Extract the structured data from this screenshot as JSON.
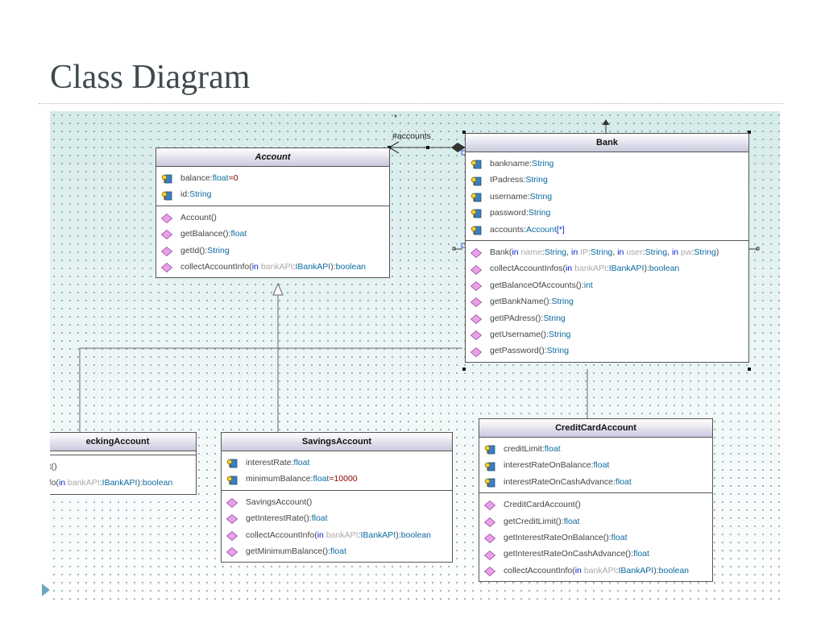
{
  "slide": {
    "title": "Class Diagram"
  },
  "diagram": {
    "association_role": "#accounts",
    "association_multiplicity": "*",
    "classes": {
      "account": {
        "name": "Account",
        "attributes": [
          [
            {
              "text": "balance:"
            },
            {
              "text": "float",
              "cls": "t"
            },
            {
              "text": "=0",
              "cls": "v"
            }
          ],
          [
            {
              "text": "id:"
            },
            {
              "text": "String",
              "cls": "t"
            }
          ]
        ],
        "operations": [
          [
            {
              "text": "Account()"
            }
          ],
          [
            {
              "text": "getBalance():"
            },
            {
              "text": "float",
              "cls": "t"
            }
          ],
          [
            {
              "text": "getId():"
            },
            {
              "text": "String",
              "cls": "t"
            }
          ],
          [
            {
              "text": "collectAccountInfo("
            },
            {
              "text": "in ",
              "cls": "k"
            },
            {
              "text": "bankAPI",
              "cls": "pn"
            },
            {
              "text": ":"
            },
            {
              "text": "IBankAPI",
              "cls": "t"
            },
            {
              "text": "):"
            },
            {
              "text": "boolean",
              "cls": "t"
            }
          ]
        ]
      },
      "bank": {
        "name": "Bank",
        "attributes": [
          [
            {
              "text": "bankname:"
            },
            {
              "text": "String",
              "cls": "t"
            }
          ],
          [
            {
              "text": "IPadress:"
            },
            {
              "text": "String",
              "cls": "t"
            }
          ],
          [
            {
              "text": "username:"
            },
            {
              "text": "String",
              "cls": "t"
            }
          ],
          [
            {
              "text": "password:"
            },
            {
              "text": "String",
              "cls": "t"
            }
          ],
          [
            {
              "text": "accounts:"
            },
            {
              "text": "Account",
              "cls": "t"
            },
            {
              "text": "[*]",
              "cls": "br"
            }
          ]
        ],
        "operations": [
          [
            {
              "text": "Bank("
            },
            {
              "text": "in ",
              "cls": "k"
            },
            {
              "text": "name",
              "cls": "pn"
            },
            {
              "text": ":"
            },
            {
              "text": "String",
              "cls": "t"
            },
            {
              "text": ", "
            },
            {
              "text": "in ",
              "cls": "k"
            },
            {
              "text": "IP",
              "cls": "pn"
            },
            {
              "text": ":"
            },
            {
              "text": "String",
              "cls": "t"
            },
            {
              "text": ", "
            },
            {
              "text": "in ",
              "cls": "k"
            },
            {
              "text": "user",
              "cls": "pn"
            },
            {
              "text": ":"
            },
            {
              "text": "String",
              "cls": "t"
            },
            {
              "text": ", "
            },
            {
              "text": "in ",
              "cls": "k"
            },
            {
              "text": "pw",
              "cls": "pn"
            },
            {
              "text": ":"
            },
            {
              "text": "String",
              "cls": "t"
            },
            {
              "text": ")"
            }
          ],
          [
            {
              "text": "collectAccountInfos("
            },
            {
              "text": "in ",
              "cls": "k"
            },
            {
              "text": "bankAPI",
              "cls": "pn"
            },
            {
              "text": ":"
            },
            {
              "text": "IBankAPI",
              "cls": "t"
            },
            {
              "text": "):"
            },
            {
              "text": "boolean",
              "cls": "t"
            }
          ],
          [
            {
              "text": "getBalanceOfAccounts():"
            },
            {
              "text": "int",
              "cls": "t"
            }
          ],
          [
            {
              "text": "getBankName():"
            },
            {
              "text": "String",
              "cls": "t"
            }
          ],
          [
            {
              "text": "getIPAdress():"
            },
            {
              "text": "String",
              "cls": "t"
            }
          ],
          [
            {
              "text": "getUsername():"
            },
            {
              "text": "String",
              "cls": "t"
            }
          ],
          [
            {
              "text": "getPassword():"
            },
            {
              "text": "String",
              "cls": "t"
            }
          ]
        ]
      },
      "checking": {
        "name": "eckingAccount",
        "attributes": [],
        "operations": [
          [
            {
              "text": "unt()"
            }
          ],
          [
            {
              "text": "tInfo("
            },
            {
              "text": "in ",
              "cls": "k"
            },
            {
              "text": "bankAPI",
              "cls": "pn"
            },
            {
              "text": ":"
            },
            {
              "text": "IBankAPI",
              "cls": "t"
            },
            {
              "text": "):"
            },
            {
              "text": "boolean",
              "cls": "t"
            }
          ]
        ]
      },
      "savings": {
        "name": "SavingsAccount",
        "attributes": [
          [
            {
              "text": "interestRate:"
            },
            {
              "text": "float",
              "cls": "t"
            }
          ],
          [
            {
              "text": "minimumBalance:"
            },
            {
              "text": "float",
              "cls": "t"
            },
            {
              "text": "=10000",
              "cls": "v"
            }
          ]
        ],
        "operations": [
          [
            {
              "text": "SavingsAccount()"
            }
          ],
          [
            {
              "text": "getInterestRate():"
            },
            {
              "text": "float",
              "cls": "t"
            }
          ],
          [
            {
              "text": "collectAccountInfo("
            },
            {
              "text": "in ",
              "cls": "k"
            },
            {
              "text": "bankAPI",
              "cls": "pn"
            },
            {
              "text": ":"
            },
            {
              "text": "IBankAPI",
              "cls": "t"
            },
            {
              "text": "):"
            },
            {
              "text": "boolean",
              "cls": "t"
            }
          ],
          [
            {
              "text": "getMinimumBalance():"
            },
            {
              "text": "float",
              "cls": "t"
            }
          ]
        ]
      },
      "credit": {
        "name": "CreditCardAccount",
        "attributes": [
          [
            {
              "text": "creditLimit:"
            },
            {
              "text": "float",
              "cls": "t"
            }
          ],
          [
            {
              "text": "interestRateOnBalance:"
            },
            {
              "text": "float",
              "cls": "t"
            }
          ],
          [
            {
              "text": "interestRateOnCashAdvance:"
            },
            {
              "text": "float",
              "cls": "t"
            }
          ]
        ],
        "operations": [
          [
            {
              "text": "CreditCardAccount()"
            }
          ],
          [
            {
              "text": "getCreditLimit():"
            },
            {
              "text": "float",
              "cls": "t"
            }
          ],
          [
            {
              "text": "getInterestRateOnBalance():"
            },
            {
              "text": "float",
              "cls": "t"
            }
          ],
          [
            {
              "text": "getInterestRateOnCashAdvance():"
            },
            {
              "text": "float",
              "cls": "t"
            }
          ],
          [
            {
              "text": "collectAccountInfo("
            },
            {
              "text": "in ",
              "cls": "k"
            },
            {
              "text": "bankAPI",
              "cls": "pn"
            },
            {
              "text": ":"
            },
            {
              "text": "IBankAPI",
              "cls": "t"
            },
            {
              "text": "):"
            },
            {
              "text": "boolean",
              "cls": "t"
            }
          ]
        ]
      }
    }
  }
}
